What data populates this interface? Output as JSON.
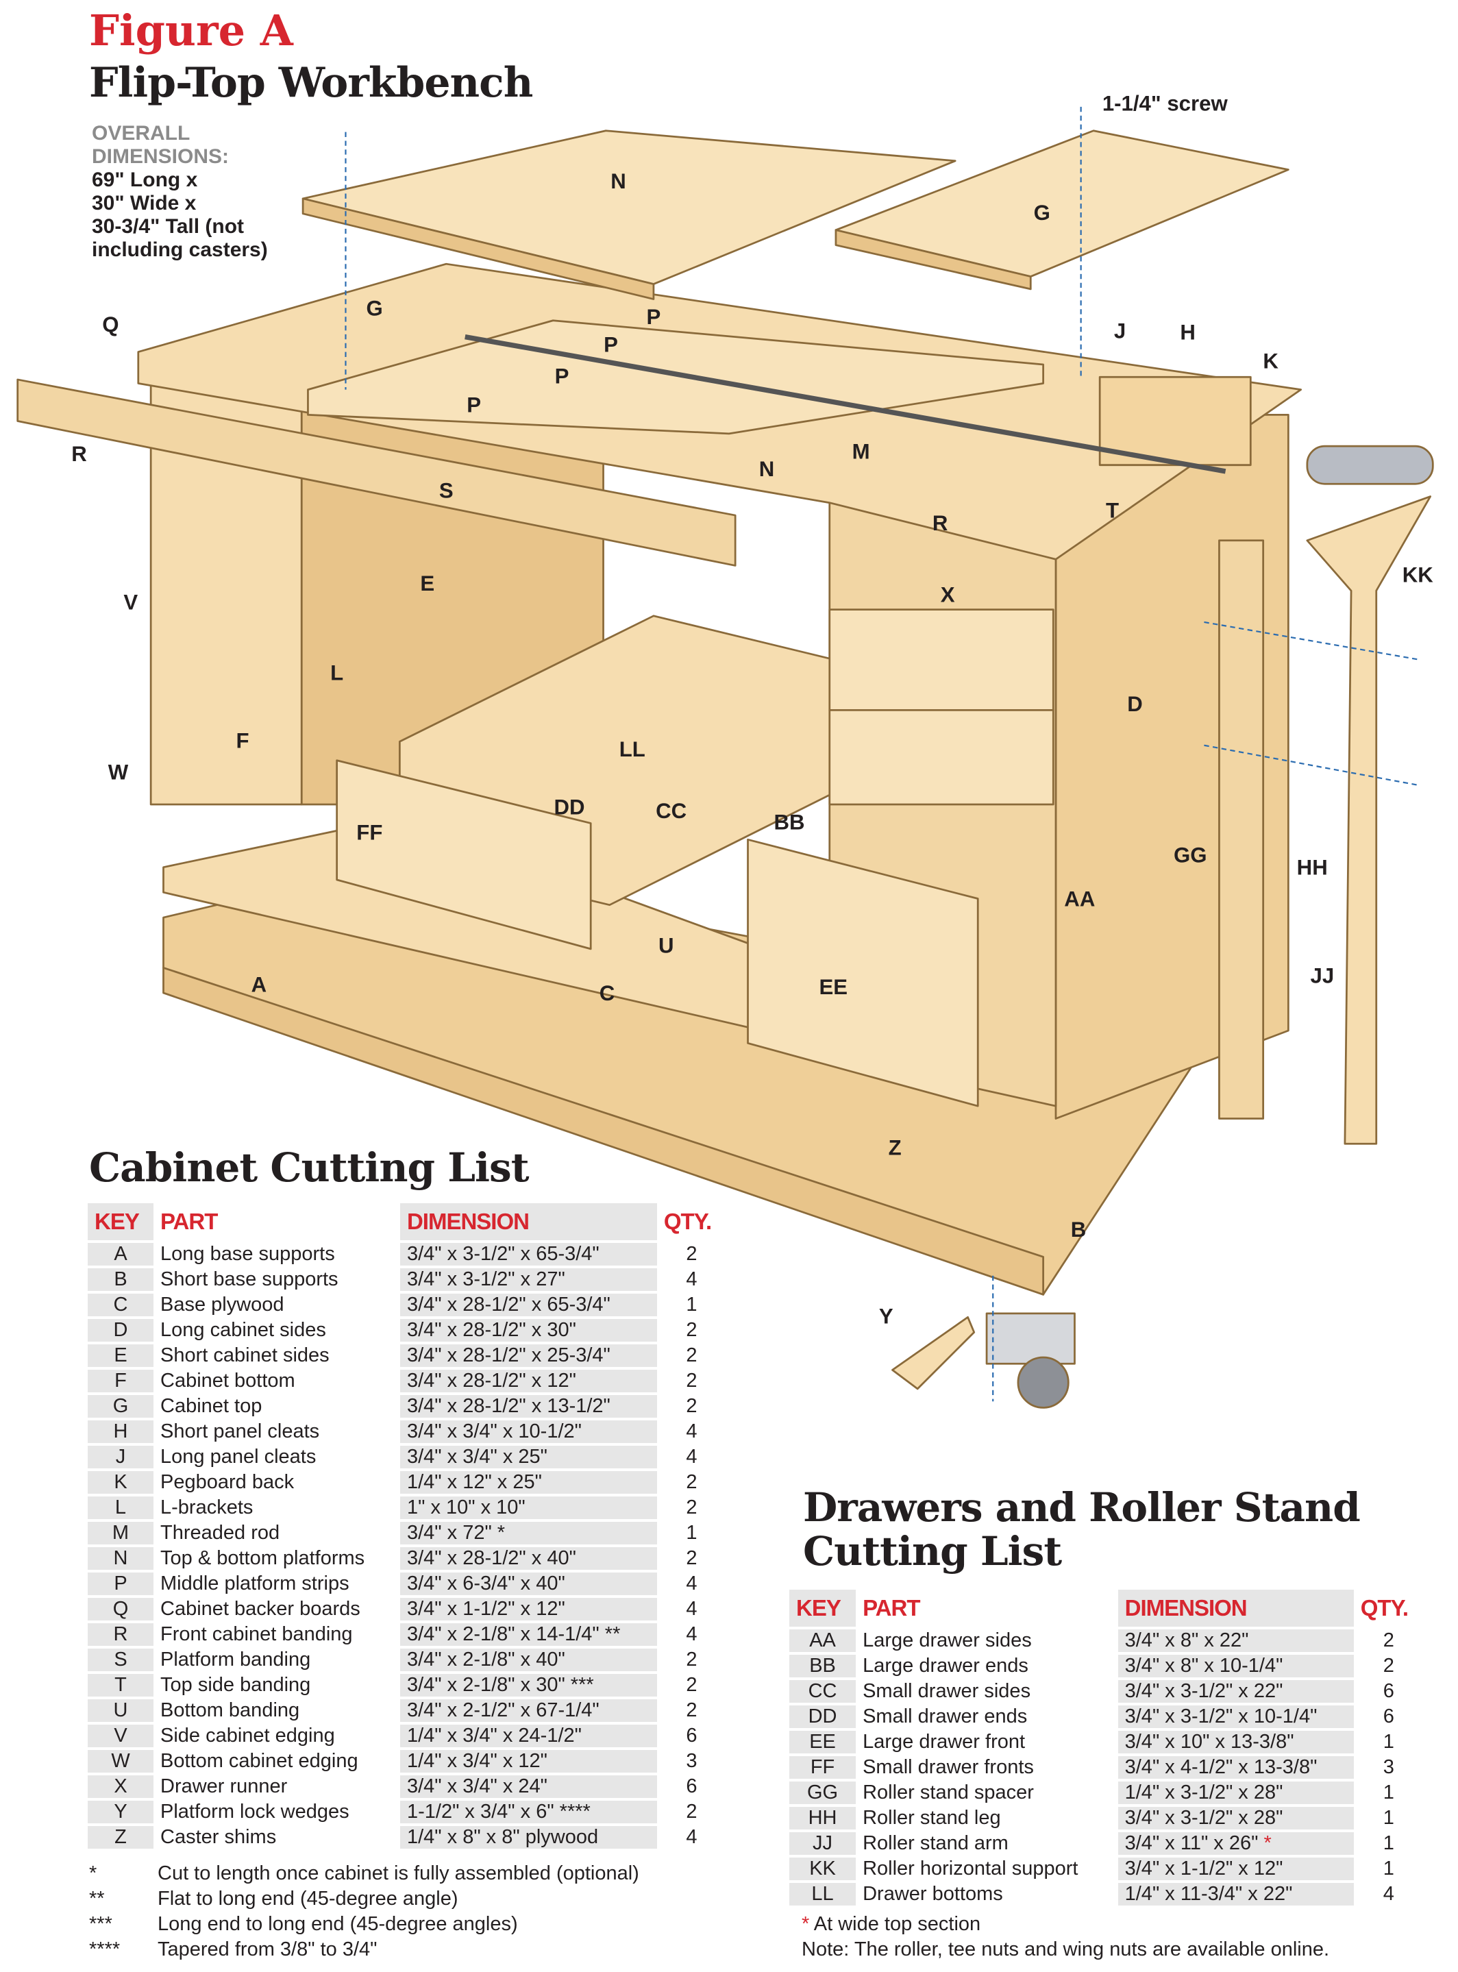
{
  "header": {
    "figure": "Figure A",
    "title": "Flip-Top Workbench",
    "overall_label_1": "OVERALL",
    "overall_label_2": "DIMENSIONS:",
    "dims": [
      "69\" Long x",
      "30\" Wide x",
      "30-3/4\" Tall (not",
      "including casters)"
    ]
  },
  "diagram": {
    "screw_callout": "1-1/4\" screw",
    "labels": [
      "N",
      "G",
      "G",
      "P",
      "P",
      "P",
      "P",
      "Q",
      "R",
      "S",
      "N",
      "M",
      "J",
      "H",
      "K",
      "T",
      "R",
      "KK",
      "E",
      "X",
      "V",
      "L",
      "D",
      "F",
      "W",
      "LL",
      "DD",
      "CC",
      "FF",
      "BB",
      "GG",
      "HH",
      "AA",
      "U",
      "A",
      "C",
      "EE",
      "JJ",
      "Z",
      "B",
      "Y"
    ],
    "colors": {
      "wood": "#f6ddb0",
      "wood_dark": "#e8c48a",
      "outline": "#8a6a3a",
      "metal": "#b8bcc4",
      "accent": "#d7262f"
    }
  },
  "cabinet": {
    "heading": "Cabinet Cutting List",
    "columns": [
      "KEY",
      "PART",
      "DIMENSION",
      "QTY."
    ],
    "rows": [
      [
        "A",
        "Long base supports",
        "3/4\" x 3-1/2\" x 65-3/4\"",
        "2"
      ],
      [
        "B",
        "Short base supports",
        "3/4\" x 3-1/2\" x 27\"",
        "4"
      ],
      [
        "C",
        "Base plywood",
        "3/4\" x 28-1/2\" x 65-3/4\"",
        "1"
      ],
      [
        "D",
        "Long cabinet sides",
        "3/4\" x 28-1/2\" x 30\"",
        "2"
      ],
      [
        "E",
        "Short cabinet sides",
        "3/4\" x 28-1/2\" x 25-3/4\"",
        "2"
      ],
      [
        "F",
        "Cabinet bottom",
        "3/4\" x 28-1/2\" x 12\"",
        "2"
      ],
      [
        "G",
        "Cabinet top",
        "3/4\" x 28-1/2\" x 13-1/2\"",
        "2"
      ],
      [
        "H",
        "Short panel cleats",
        "3/4\" x 3/4\" x 10-1/2\"",
        "4"
      ],
      [
        "J",
        "Long panel cleats",
        "3/4\" x 3/4\" x 25\"",
        "4"
      ],
      [
        "K",
        "Pegboard back",
        "1/4\" x 12\" x 25\"",
        "2"
      ],
      [
        "L",
        "L-brackets",
        "1\" x 10\" x 10\"",
        "2"
      ],
      [
        "M",
        "Threaded rod",
        "3/4\" x 72\" *",
        "1"
      ],
      [
        "N",
        "Top & bottom platforms",
        "3/4\" x 28-1/2\" x 40\"",
        "2"
      ],
      [
        "P",
        "Middle platform strips",
        "3/4\" x 6-3/4\" x 40\"",
        "4"
      ],
      [
        "Q",
        "Cabinet backer boards",
        "3/4\" x 1-1/2\" x 12\"",
        "4"
      ],
      [
        "R",
        "Front cabinet banding",
        "3/4\" x 2-1/8\" x 14-1/4\" **",
        "4"
      ],
      [
        "S",
        "Platform banding",
        "3/4\" x 2-1/8\" x 40\"",
        "2"
      ],
      [
        "T",
        "Top side banding",
        "3/4\" x 2-1/8\" x 30\" ***",
        "2"
      ],
      [
        "U",
        "Bottom banding",
        "3/4\" x 2-1/2\" x 67-1/4\"",
        "2"
      ],
      [
        "V",
        "Side cabinet edging",
        "1/4\" x 3/4\" x 24-1/2\"",
        "6"
      ],
      [
        "W",
        "Bottom cabinet edging",
        "1/4\" x 3/4\" x 12\"",
        "3"
      ],
      [
        "X",
        "Drawer runner",
        "3/4\" x 3/4\" x 24\"",
        "6"
      ],
      [
        "Y",
        "Platform lock wedges",
        "1-1/2\" x 3/4\" x 6\" ****",
        "2"
      ],
      [
        "Z",
        "Caster shims",
        "1/4\" x 8\" x 8\" plywood",
        "4"
      ]
    ],
    "footnotes": [
      [
        "*",
        "Cut to length once cabinet is fully assembled (optional)"
      ],
      [
        "**",
        "Flat to long end (45-degree angle)"
      ],
      [
        "***",
        "Long end to long end (45-degree angles)"
      ],
      [
        "****",
        "Tapered from 3/8\" to 3/4\""
      ]
    ]
  },
  "drawers": {
    "heading_1": "Drawers and Roller Stand",
    "heading_2": "Cutting List",
    "columns": [
      "KEY",
      "PART",
      "DIMENSION",
      "QTY."
    ],
    "rows": [
      [
        "AA",
        "Large drawer sides",
        "3/4\" x 8\" x 22\"",
        "2"
      ],
      [
        "BB",
        "Large drawer ends",
        "3/4\" x 8\" x 10-1/4\"",
        "2"
      ],
      [
        "CC",
        "Small drawer sides",
        "3/4\" x 3-1/2\" x 22\"",
        "6"
      ],
      [
        "DD",
        "Small drawer ends",
        "3/4\" x 3-1/2\" x 10-1/4\"",
        "6"
      ],
      [
        "EE",
        "Large drawer front",
        "3/4\" x 10\" x 13-3/8\"",
        "1"
      ],
      [
        "FF",
        "Small drawer fronts",
        "3/4\" x 4-1/2\" x 13-3/8\"",
        "3"
      ],
      [
        "GG",
        "Roller stand spacer",
        "1/4\" x 3-1/2\" x 28\"",
        "1"
      ],
      [
        "HH",
        "Roller stand leg",
        "3/4\" x 3-1/2\" x 28\"",
        "1"
      ],
      [
        "JJ",
        "Roller stand arm",
        "3/4\" x 11\" x 26\"",
        "1"
      ],
      [
        "KK",
        "Roller horizontal support",
        "3/4\" x 1-1/2\" x 12\"",
        "1"
      ],
      [
        "LL",
        "Drawer bottoms",
        "1/4\" x 11-3/4\" x 22\"",
        "4"
      ]
    ],
    "red_star_row": 8,
    "star": "*",
    "star_note": "At wide top section",
    "note": "Note: The roller, tee nuts and wing nuts are available online."
  }
}
